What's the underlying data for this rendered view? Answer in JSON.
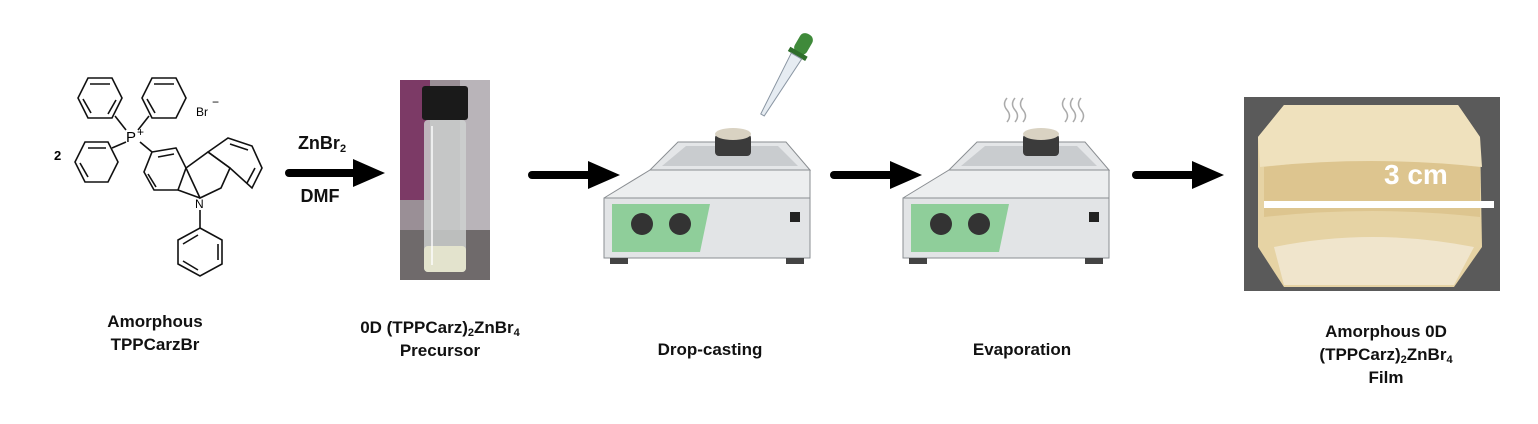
{
  "molecule": {
    "coefficient": "2",
    "phosphorus": "P",
    "charge_plus": "+",
    "counter_ion": "Br",
    "charge_minus": "−",
    "nitrogen": "N"
  },
  "reagents": {
    "top_main": "ZnBr",
    "top_sub": "2",
    "bottom": "DMF"
  },
  "steps": [
    {
      "line1": "Amorphous",
      "line2": "TPPCarzBr"
    },
    {
      "pre": "0D (TPPCarz)",
      "sub1": "2",
      "mid": "ZnBr",
      "sub2": "4",
      "line2": "Precursor"
    },
    {
      "line1": "Drop-casting"
    },
    {
      "line1": "Evaporation"
    },
    {
      "line1": "Amorphous 0D",
      "pre": "(TPPCarz)",
      "sub1": "2",
      "mid": "ZnBr",
      "sub2": "4",
      "line3": "Film"
    }
  ],
  "film_photo": {
    "scale_label": "3 cm"
  },
  "colors": {
    "arrow": "#000000",
    "hotplate_panel": "#8fce9a",
    "dropper_bulb": "#3f8a3a",
    "film": "#e6d3a4",
    "film_bg": "#5a5a5a"
  }
}
